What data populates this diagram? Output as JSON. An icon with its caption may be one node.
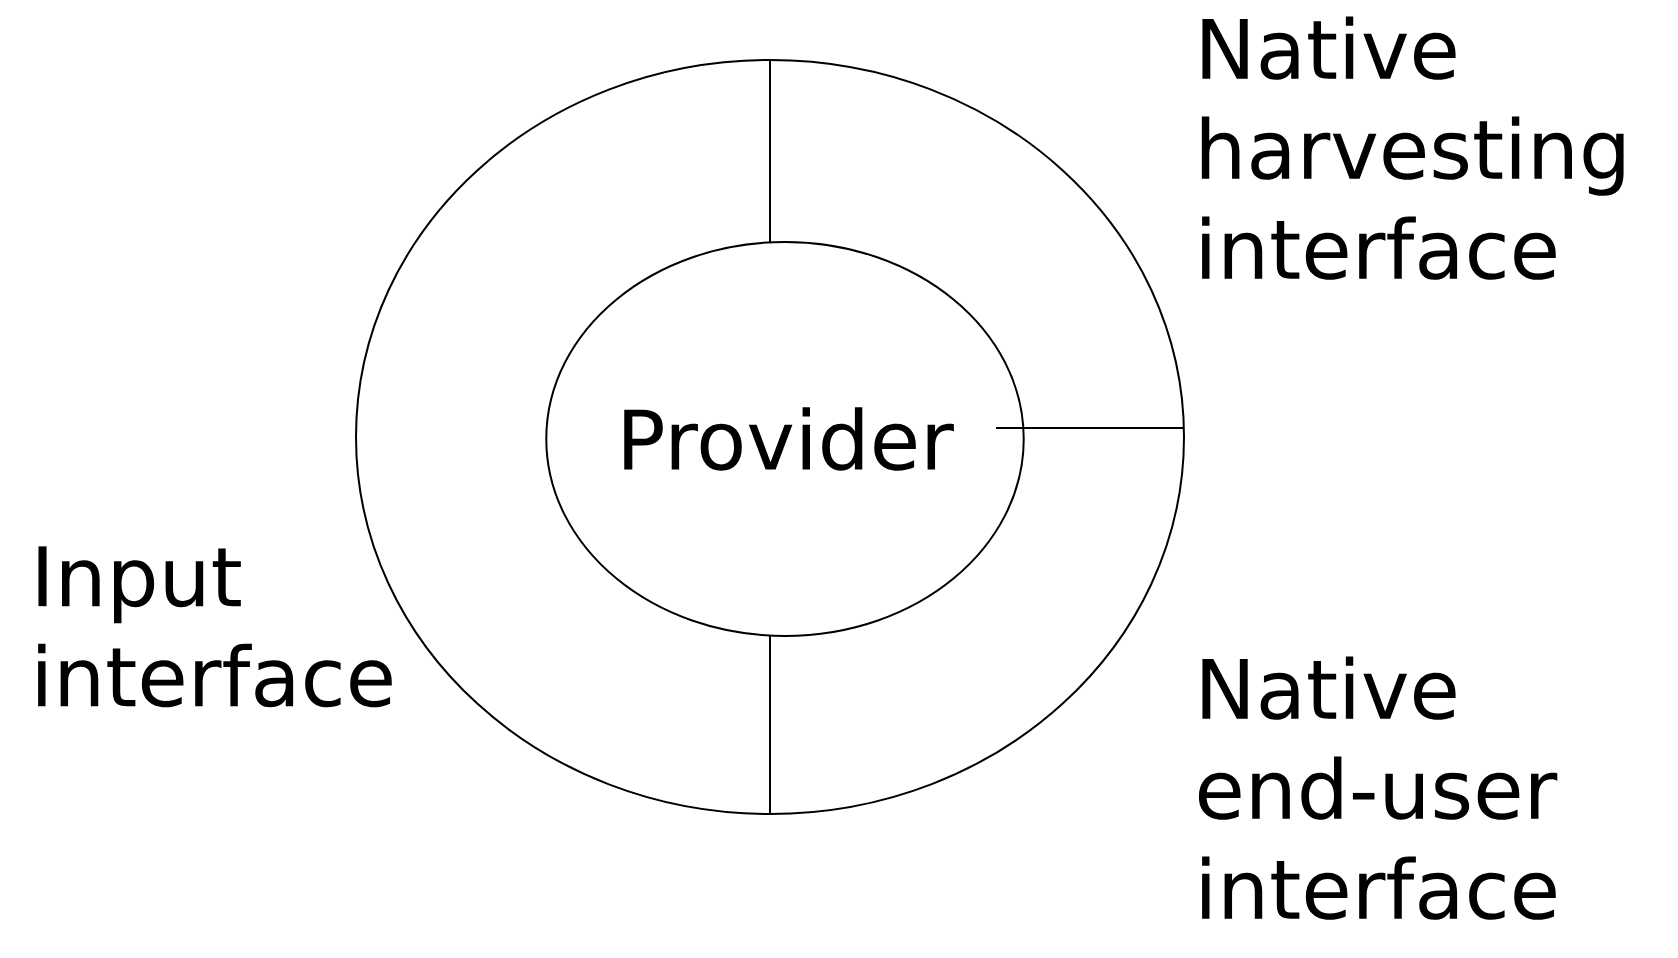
{
  "diagram": {
    "nodes": [
      {
        "text": [],
        "shape": "circle"
      },
      {
        "text": [
          "Provider"
        ],
        "in": 0
      }
    ],
    "labels": [
      "Native harvesting interface",
      "Input interface",
      "Native end-user interface"
    ]
  }
}
